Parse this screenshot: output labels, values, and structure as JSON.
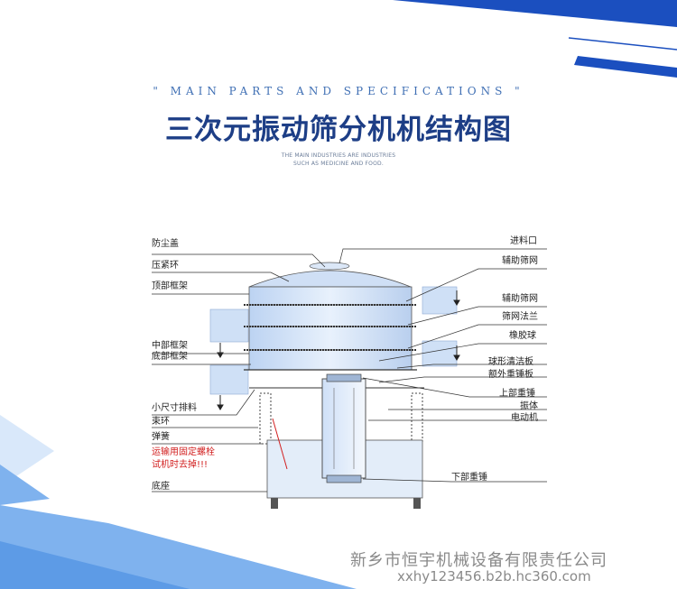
{
  "header": {
    "eyebrow": "\" MAIN PARTS AND SPECIFICATIONS \"",
    "title": "三次元振动筛分机机结构图",
    "subtitle_line1": "THE MAIN INDUSTRIES ARE INDUSTRIES",
    "subtitle_line2": "SUCH AS MEDICINE AND FOOD."
  },
  "labels_left": {
    "dust_cover": "防尘盖",
    "clamp_ring": "压紧环",
    "top_frame": "顶部框架",
    "middle_frame": "中部框架",
    "bottom_frame": "底部框架",
    "small_outlet": "小尺寸排料",
    "hoop": "束环",
    "spring": "弹簧",
    "transport_bolt_1": "运输用固定螺栓",
    "transport_bolt_2": "试机时去掉!!!",
    "base": "底座"
  },
  "labels_right": {
    "inlet": "进料口",
    "aux_screen_1": "辅助筛网",
    "aux_screen_2": "辅助筛网",
    "screen_flange": "筛网法兰",
    "rubber_ball": "橡胶球",
    "ball_clean_plate": "球形清洁板",
    "extra_weight_plate": "额外重锤板",
    "upper_weight": "上部重锤",
    "vibrator": "振体",
    "motor": "电动机",
    "lower_weight": "下部重锤"
  },
  "watermark": {
    "company": "新乡市恒宇机械设备有限责任公司",
    "url": "xxhy123456.b2b.hc360.com"
  },
  "colors": {
    "accent_blue": "#1b4fbf",
    "light_blue": "#7fb2ee",
    "title_blue": "#1d3e86",
    "warning_red": "#d22020"
  }
}
